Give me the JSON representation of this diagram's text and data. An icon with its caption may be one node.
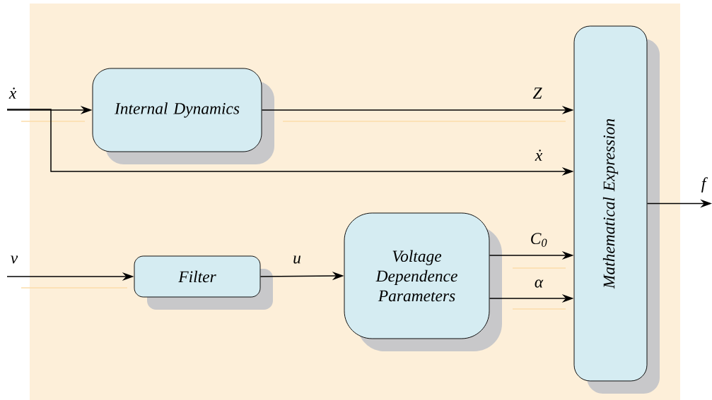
{
  "diagram": {
    "nodes": [
      {
        "text": [
          "Internal Dynamics"
        ]
      },
      {
        "text": [
          "Filter"
        ]
      },
      {
        "text": [
          "Voltage Dependence Parameters"
        ]
      },
      {
        "text": [
          "Mathematical Expression"
        ]
      }
    ],
    "edges": [
      {
        "from": null,
        "to": 0,
        "arrow": "to",
        "label": "ẋ"
      },
      {
        "from": null,
        "to": 3,
        "arrow": "to",
        "label": "ẋ"
      },
      {
        "from": 0,
        "to": 3,
        "arrow": "to",
        "label": "Z"
      },
      {
        "from": null,
        "to": 1,
        "arrow": "to",
        "label": "v"
      },
      {
        "from": 1,
        "to": 2,
        "arrow": "to",
        "label": "u"
      },
      {
        "from": 2,
        "to": 3,
        "arrow": "to",
        "label": "C$_{0}$"
      },
      {
        "from": 2,
        "to": 3,
        "arrow": "to",
        "label": "α"
      },
      {
        "from": 3,
        "to": null,
        "arrow": "to",
        "label": "f"
      }
    ]
  }
}
